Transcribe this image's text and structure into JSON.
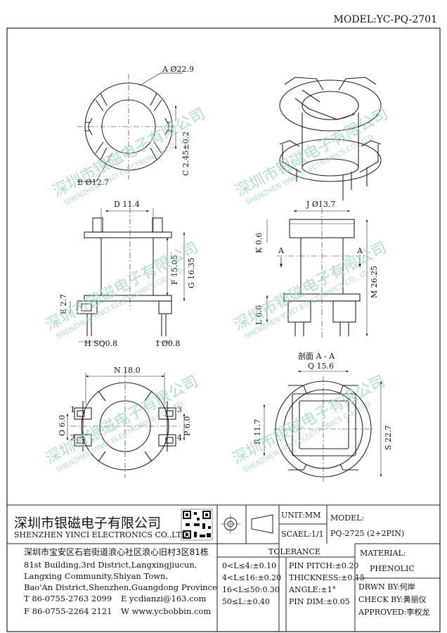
{
  "model_header": "MODEL:YC-PQ-2701",
  "watermark": {
    "cn": "深圳市银磁电子有限公司",
    "en": "SHENZHEN YINCI ELECTRONICS CO., LTD."
  },
  "dims": {
    "a": "A Ø22.9",
    "b": "B Ø12.7",
    "c": "C 2.45±0.2",
    "d": "D 11.4",
    "e": "E 2.7",
    "f": "F 15.05",
    "g": "G 16.35",
    "h": "H SQ0.8",
    "i": "I Ø0.8",
    "j": "J Ø13.7",
    "k": "K 0.6",
    "l": "L 6.6",
    "m": "M 26.25",
    "n": "N 18.0",
    "o": "O 6.0",
    "p": "P 6.0",
    "section": "剖面 A - A",
    "q": "Q 15.6",
    "r": "R 11.7",
    "s": "S 22.7",
    "cut": "A",
    "pin1": "1",
    "pin2": "2",
    "pin3": "3",
    "pin4": "4"
  },
  "company": {
    "name_cn": "深圳市银磁电子有限公司",
    "name_en": "SHENZHEN YINCI ELECTRONICS CO.,LTD.",
    "address_cn": "深圳市宝安区石岩街道浪心社区浪心旧村3区81栋",
    "address_en_1": "81st Building,3rd District,Langxingjiucun,",
    "address_en_2": "Langxing Community,Shiyan Town,",
    "address_en_3": "Bao'An District,Shenzhen,Guangdong Province",
    "tel": "T 86-0755-2763 2099",
    "email": "E ycdianzi@163.com",
    "fax": "F 86-0755-2264 2121",
    "web": "W www.ycbobbin.com"
  },
  "unit": "UNIT:MM",
  "scale": "SCAEL:1/1",
  "model_label": "MODEL:",
  "model_value": "PQ-2725 (2+2PIN)",
  "tolerance_label": "TOLERANCE",
  "tolerances": [
    "0<L≤4:±0.10",
    "4<L≤16:±0.20",
    "16<L≤50:0.30",
    "50≤L:±0.40"
  ],
  "tolerances_right": [
    "PIN PITCH:±0.20",
    "THICKNESS:±0.15",
    "ANGLE:±1°",
    "PIN DIM:±0.05"
  ],
  "material_label": "MATERIAL:",
  "material_value": "PHENOLIC",
  "drawn_by": "DRWN BY:何岸",
  "check_by": "CHECK BY:黄丽仪",
  "approved": "APPROVED:李权龙"
}
